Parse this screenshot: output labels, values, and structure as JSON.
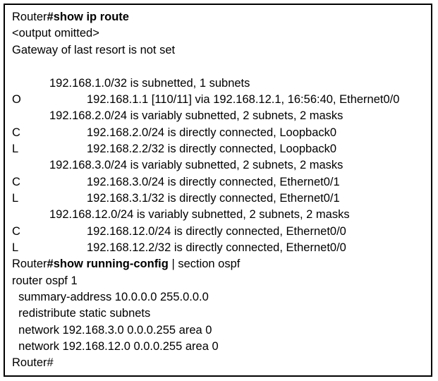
{
  "terminal": {
    "prompt": "Router",
    "cmd1": "#show ip route",
    "output_omitted": "<output omitted>",
    "gateway": "Gateway of last resort is not set",
    "routes": [
      {
        "code": "",
        "text": "192.168.1.0/32 is subnetted, 1 subnets"
      },
      {
        "code": "O",
        "text": "192.168.1.1 [110/11] via 192.168.12.1, 16:56:40, Ethernet0/0"
      },
      {
        "code": "",
        "text": "192.168.2.0/24 is variably subnetted, 2 subnets, 2 masks"
      },
      {
        "code": "C",
        "text": "192.168.2.0/24 is directly connected, Loopback0"
      },
      {
        "code": "L",
        "text": "192.168.2.2/32 is directly connected, Loopback0"
      },
      {
        "code": "",
        "text": "192.168.3.0/24 is variably subnetted, 2 subnets, 2 masks"
      },
      {
        "code": "C",
        "text": "192.168.3.0/24 is directly connected, Ethernet0/1"
      },
      {
        "code": "L",
        "text": "192.168.3.1/32 is directly connected, Ethernet0/1"
      },
      {
        "code": "",
        "text": "192.168.12.0/24 is variably subnetted, 2 subnets, 2 masks"
      },
      {
        "code": "C",
        "text": "192.168.12.0/24 is directly connected, Ethernet0/0"
      },
      {
        "code": "L",
        "text": "192.168.12.2/32 is directly connected, Ethernet0/0"
      }
    ],
    "cmd2": "#show running-config",
    "cmd2_filter": " | section ospf",
    "config_lines": [
      "router ospf 1",
      "  summary-address 10.0.0.0 255.0.0.0",
      "  redistribute static subnets",
      "  network 192.168.3.0 0.0.0.255 area 0",
      "  network 192.168.12.0 0.0.0.255 area 0"
    ],
    "final_prompt": "Router#"
  }
}
